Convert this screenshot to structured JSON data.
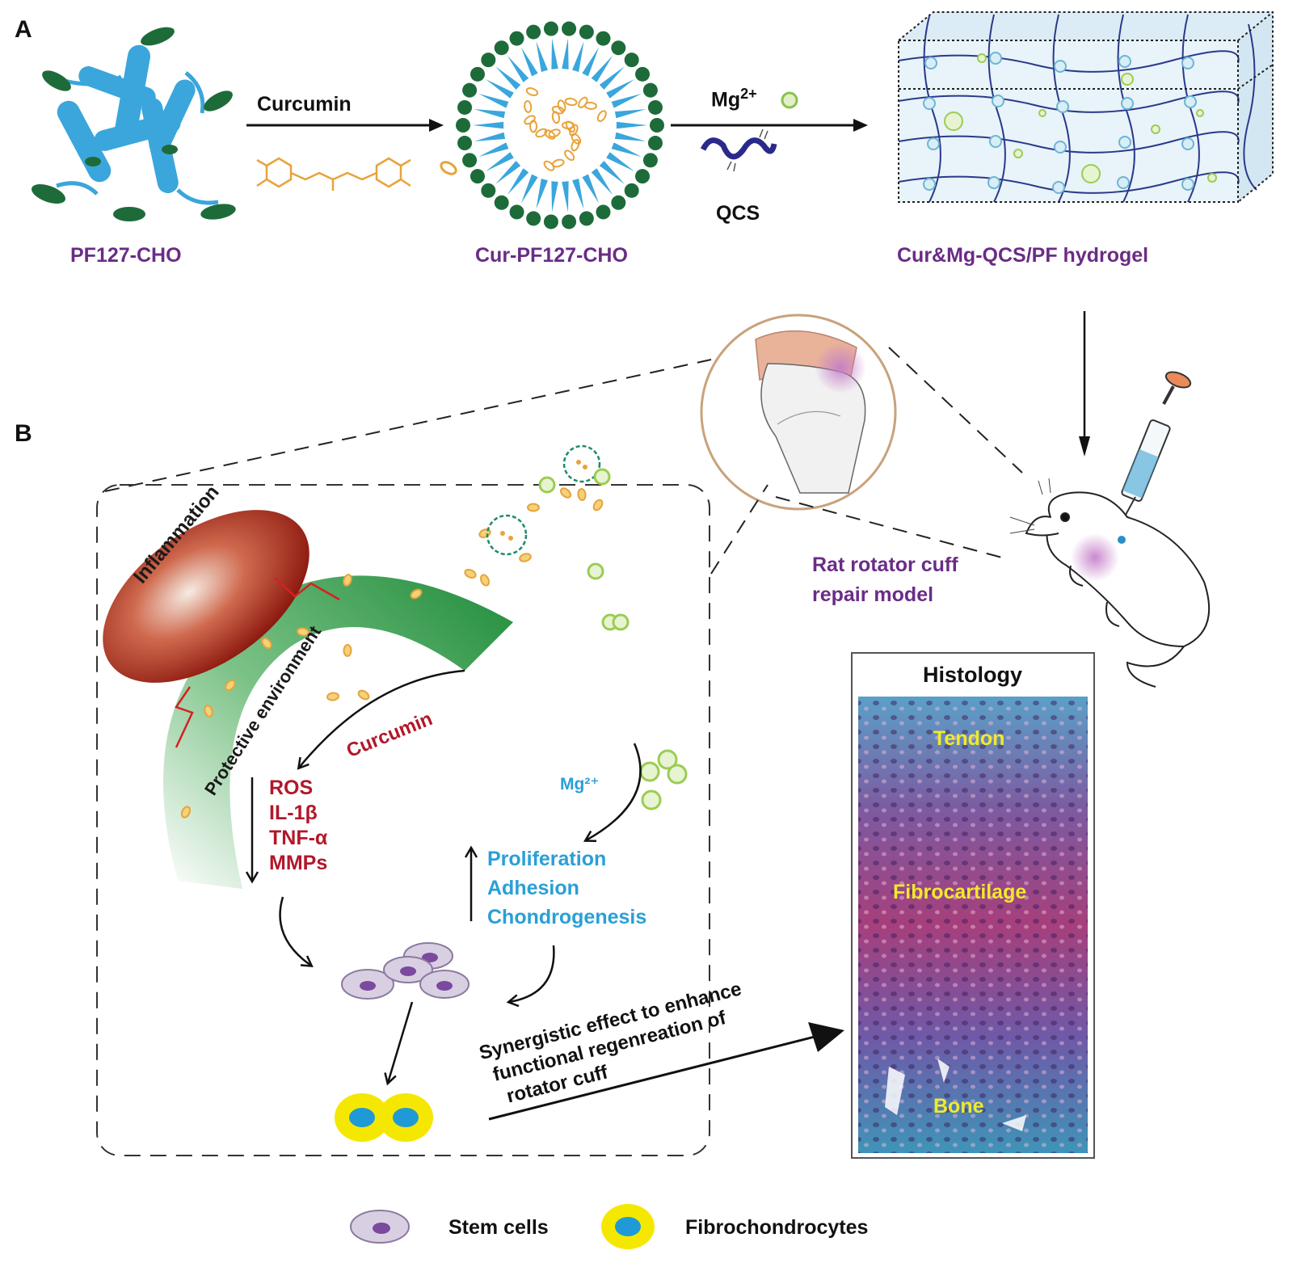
{
  "panels": {
    "a": "A",
    "b": "B"
  },
  "part_a": {
    "pf127": "PF127-CHO",
    "curcumin_arrow": "Curcumin",
    "cur_pf127": "Cur-PF127-CHO",
    "mg_arrow": "Mg",
    "mg_superscript": "2+",
    "qcs": "QCS",
    "hydrogel": "Cur&Mg-QCS/PF hydrogel"
  },
  "model": {
    "line1": "Rat rotator cuff",
    "line2": "repair model"
  },
  "part_b": {
    "inflammation": "Inflammation",
    "protective": "Protective environment",
    "curcumin": "Curcumin",
    "down_list": [
      "ROS",
      "IL-1β",
      "TNF-α",
      "MMPs"
    ],
    "mg_ion": "Mg²⁺",
    "up_list": [
      "Proliferation",
      "Adhesion",
      "Chondrogenesis"
    ],
    "synergy": [
      "Synergistic effect to enhance",
      "functional regenreation of",
      "rotator cuff"
    ]
  },
  "histology": {
    "title": "Histology",
    "tendon": "Tendon",
    "fibrocartilage": "Fibrocartilage",
    "bone": "Bone"
  },
  "legend": {
    "stem_cells": "Stem cells",
    "fibrochondrocytes": "Fibrochondrocytes"
  },
  "colors": {
    "polymer_blue": "#3aa6dc",
    "endcap_green": "#1e6b3a",
    "curcumin_orange": "#e8a33a",
    "mg_green": "#9ccc52",
    "inflammation_red": "#b32a1c",
    "protective_green": "#2f9a4a",
    "stem_cell_purple": "#b9a7cc",
    "fibro_yellow": "#f5e800",
    "fibro_blue": "#1f9ad6"
  }
}
